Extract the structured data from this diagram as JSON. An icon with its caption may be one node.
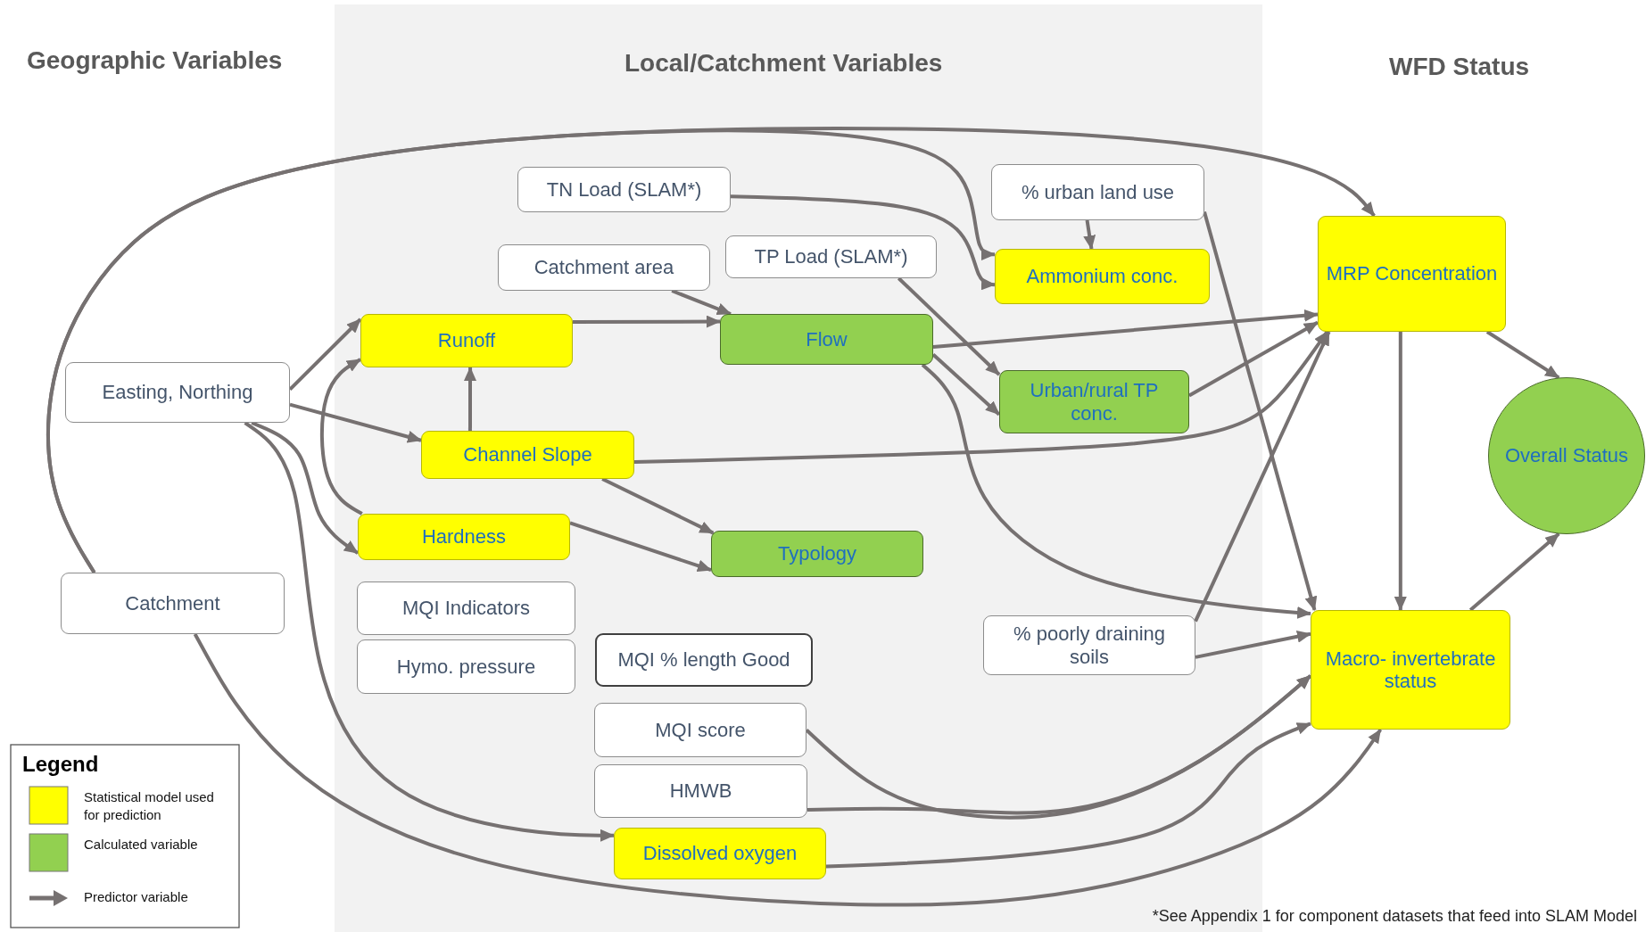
{
  "diagram": {
    "nodes": [
      {
        "text": [
          "Easting, Northing"
        ]
      },
      {
        "text": [
          "Catchment"
        ]
      },
      {
        "text": [
          "TN Load (SLAM*)"
        ]
      },
      {
        "text": [
          "Catchment area"
        ]
      },
      {
        "text": [
          "TP Load (SLAM*)"
        ]
      },
      {
        "text": [
          "% urban land use"
        ]
      },
      {
        "text": [
          "Ammonium conc."
        ]
      },
      {
        "text": [
          "Runoff"
        ]
      },
      {
        "text": [
          "Flow"
        ]
      },
      {
        "text": [
          "Urban/rural TP conc."
        ]
      },
      {
        "text": [
          "MRP Concentration"
        ]
      },
      {
        "text": [
          "Channel Slope"
        ]
      },
      {
        "text": [
          "Overall Status"
        ]
      },
      {
        "text": [
          "Hardness"
        ]
      },
      {
        "text": [
          "Typology"
        ]
      },
      {
        "text": [
          "MQI Indicators"
        ]
      },
      {
        "text": [
          "Hymo. pressure"
        ]
      },
      {
        "text": [
          "MQI % length Good"
        ]
      },
      {
        "text": [
          "% poorly draining soils"
        ]
      },
      {
        "text": [
          "Macro- invertebrate status"
        ]
      },
      {
        "text": [
          "MQI score"
        ]
      },
      {
        "text": [
          "HMWB"
        ]
      },
      {
        "text": [
          "Dissolved oxygen"
        ]
      }
    ],
    "edges": [
      {
        "from": 0,
        "to": 7,
        "arrow": "to"
      },
      {
        "from": 0,
        "to": 11,
        "arrow": "to"
      },
      {
        "from": 0,
        "to": 13,
        "arrow": "to"
      },
      {
        "from": 0,
        "to": 22,
        "arrow": "to"
      },
      {
        "from": 1,
        "to": 6,
        "arrow": "to"
      },
      {
        "from": 1,
        "to": 10,
        "arrow": "to"
      },
      {
        "from": 1,
        "to": 19,
        "arrow": "to"
      },
      {
        "from": 2,
        "to": 6,
        "arrow": "to"
      },
      {
        "from": 5,
        "to": 6,
        "arrow": "to"
      },
      {
        "from": 5,
        "to": 19,
        "arrow": "to"
      },
      {
        "from": 3,
        "to": 8,
        "arrow": "to"
      },
      {
        "from": 7,
        "to": 8,
        "arrow": "to"
      },
      {
        "from": 11,
        "to": 7,
        "arrow": "to"
      },
      {
        "from": 13,
        "to": 7,
        "arrow": "to"
      },
      {
        "from": 4,
        "to": 9,
        "arrow": "to"
      },
      {
        "from": 8,
        "to": 9,
        "arrow": "to"
      },
      {
        "from": 8,
        "to": 10,
        "arrow": "to"
      },
      {
        "from": 8,
        "to": 19,
        "arrow": "to"
      },
      {
        "from": 9,
        "to": 10,
        "arrow": "to"
      },
      {
        "from": 11,
        "to": 10,
        "arrow": "to"
      },
      {
        "from": 11,
        "to": 14,
        "arrow": "to"
      },
      {
        "from": 13,
        "to": 14,
        "arrow": "to"
      },
      {
        "from": 18,
        "to": 10,
        "arrow": "to"
      },
      {
        "from": 18,
        "to": 19,
        "arrow": "to"
      },
      {
        "from": 10,
        "to": 19,
        "arrow": "to"
      },
      {
        "from": 10,
        "to": 12,
        "arrow": "to"
      },
      {
        "from": 19,
        "to": 12,
        "arrow": "to"
      },
      {
        "from": 20,
        "to": 19,
        "arrow": "to"
      },
      {
        "from": 21,
        "to": 19,
        "arrow": "to"
      },
      {
        "from": 22,
        "to": 19,
        "arrow": "to"
      }
    ],
    "labels": [
      "Geographic Variables",
      "Local/Catchment Variables",
      "WFD Status",
      "Legend",
      "*See Appendix 1 for component datasets that feed into SLAM Model"
    ],
    "legend": [
      {
        "text": "Statistical model used for prediction",
        "color": "#ffff00"
      },
      {
        "text": "Calculated variable",
        "color": "#92d050"
      },
      {
        "text": "Predictor variable"
      }
    ]
  }
}
